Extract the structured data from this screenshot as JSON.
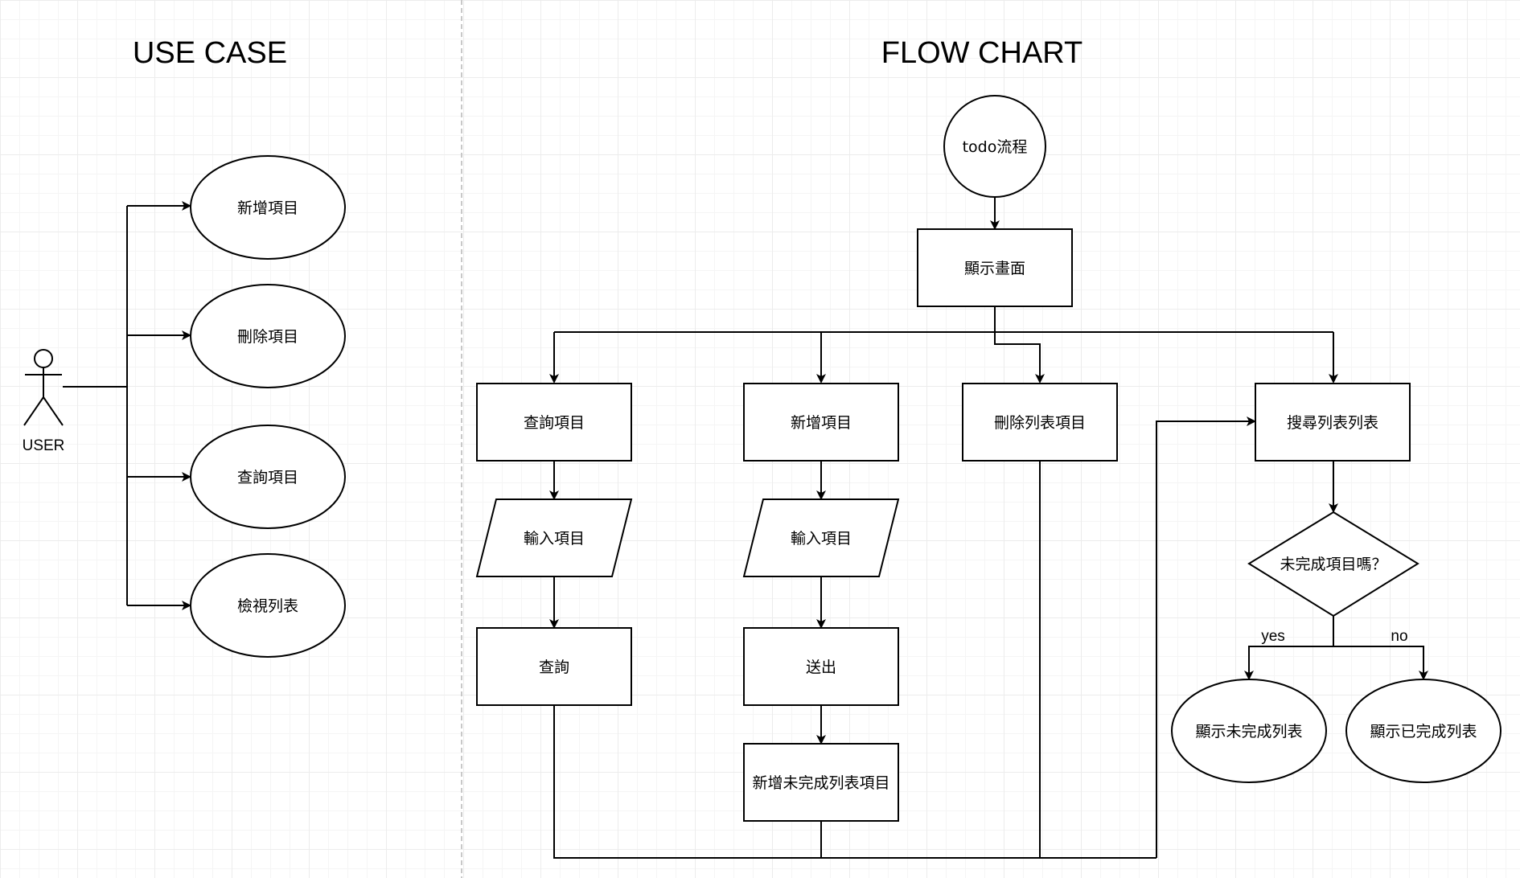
{
  "sections": {
    "use_case_title": "USE CASE",
    "flow_chart_title": "FLOW CHART"
  },
  "use_case": {
    "actor_label": "USER",
    "cases": [
      "新增項目",
      "刪除項目",
      "查詢項目",
      "檢視列表"
    ]
  },
  "flow": {
    "start": "todo流程",
    "display": "顯示畫面",
    "query_item": "查詢項目",
    "query_input": "輸入項目",
    "query": "查詢",
    "add_item": "新增項目",
    "add_input": "輸入項目",
    "submit": "送出",
    "add_incomplete": "新增未完成列表項目",
    "delete_item": "刪除列表項目",
    "search_list": "搜尋列表列表",
    "decision": "未完成項目嗎？",
    "yes_label": "yes",
    "no_label": "no",
    "show_incomplete": "顯示未完成列表",
    "show_complete": "顯示已完成列表"
  },
  "colors": {
    "stroke": "#000000",
    "fill": "#ffffff",
    "grid_major": "#ececec",
    "grid_minor": "#f5f5f5",
    "divider": "#c8c8c8"
  }
}
